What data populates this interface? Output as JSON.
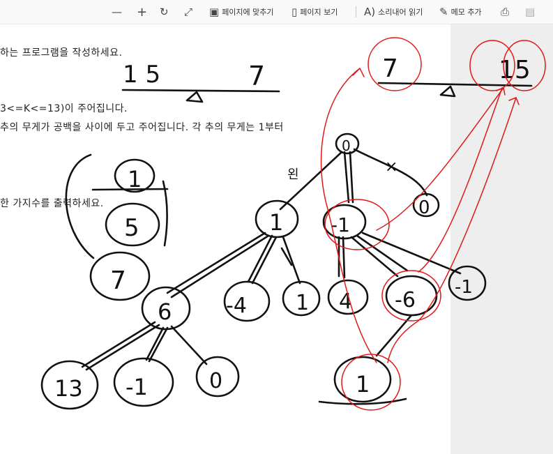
{
  "toolbar": {
    "zoom_out": "—",
    "zoom_in": "+",
    "fit_page": "페이지에 맞추기",
    "page_view": "페이지 보기",
    "read_aloud": "소리내어 읽기",
    "add_note": "메모 추가"
  },
  "document": {
    "line1": "하는 프로그램을 작성하세요.",
    "line2": "3<=K<=13)이 주어집니다.",
    "line3": "추의 무게가 공백을 사이에 두고 주어집니다. 각 추의 무게는 1부터",
    "line4": "한 가지수를 출력하세요."
  },
  "ink": {
    "top_left": "1 5",
    "top_right": "7",
    "pan_right_left": "7",
    "pan_right_right": "15",
    "fraction_top": "1",
    "fraction_bottom": "5",
    "fraction_side": "7",
    "root": "0",
    "root_label": "왼",
    "n_left": "1",
    "n_mid": "-1",
    "n_right": "0",
    "mark_x": "×",
    "l2_a": "6",
    "l2_b": "-4",
    "l2_c": "1",
    "l2_d": "4",
    "l2_e": "-6",
    "l2_f": "-1",
    "l3_a": "13",
    "l3_b": "-1",
    "l3_c": "0",
    "l3_d": "1",
    "colors": {
      "ink_black": "#111111",
      "ink_red": "#e01818",
      "side_pane": "#eeeeee"
    }
  }
}
